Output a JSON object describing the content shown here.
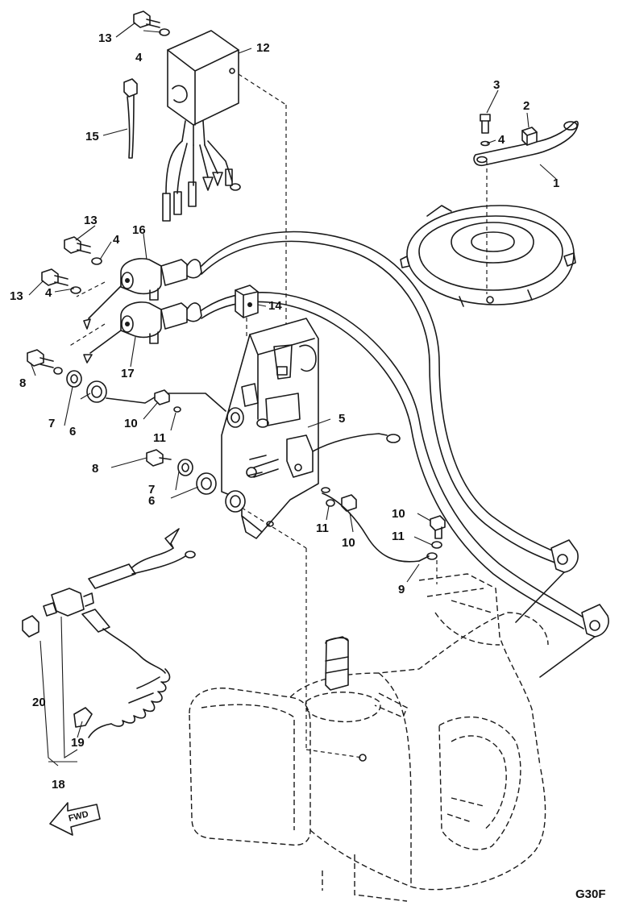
{
  "diagram_code": "G30F",
  "fwd_label": "FWD",
  "callouts": [
    {
      "id": "c1",
      "label": "1"
    },
    {
      "id": "c2",
      "label": "2"
    },
    {
      "id": "c3",
      "label": "3"
    },
    {
      "id": "c4a",
      "label": "4"
    },
    {
      "id": "c4b",
      "label": "4"
    },
    {
      "id": "c4c",
      "label": "4"
    },
    {
      "id": "c4d",
      "label": "4"
    },
    {
      "id": "c5",
      "label": "5"
    },
    {
      "id": "c6a",
      "label": "6"
    },
    {
      "id": "c6b",
      "label": "6"
    },
    {
      "id": "c7a",
      "label": "7"
    },
    {
      "id": "c7b",
      "label": "7"
    },
    {
      "id": "c8a",
      "label": "8"
    },
    {
      "id": "c8b",
      "label": "8"
    },
    {
      "id": "c9",
      "label": "9"
    },
    {
      "id": "c10a",
      "label": "10"
    },
    {
      "id": "c10b",
      "label": "10"
    },
    {
      "id": "c10c",
      "label": "10"
    },
    {
      "id": "c11a",
      "label": "11"
    },
    {
      "id": "c11b",
      "label": "11"
    },
    {
      "id": "c11c",
      "label": "11"
    },
    {
      "id": "c12",
      "label": "12"
    },
    {
      "id": "c13a",
      "label": "13"
    },
    {
      "id": "c13b",
      "label": "13"
    },
    {
      "id": "c13c",
      "label": "13"
    },
    {
      "id": "c14",
      "label": "14"
    },
    {
      "id": "c15",
      "label": "15"
    },
    {
      "id": "c16",
      "label": "16"
    },
    {
      "id": "c17",
      "label": "17"
    },
    {
      "id": "c18",
      "label": "18"
    },
    {
      "id": "c19",
      "label": "19"
    },
    {
      "id": "c20",
      "label": "20"
    }
  ]
}
